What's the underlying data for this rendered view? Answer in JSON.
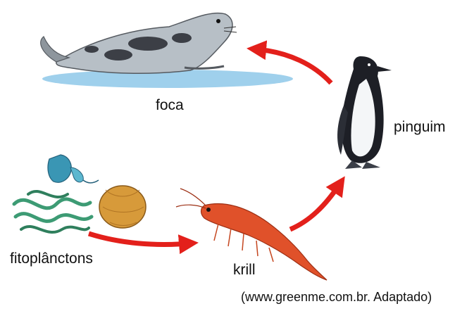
{
  "diagram": {
    "organisms": {
      "foca": "foca",
      "pinguim": "pinguim",
      "fitoplanctons": "fitoplânctons",
      "krill": "krill"
    },
    "source": "(www.greenme.com.br. Adaptado)",
    "colors": {
      "arrow": "#e3201b",
      "ice": "#9fd0ec",
      "seal_body": "#b7bfc6",
      "seal_spots": "#3c3f46",
      "penguin_black": "#1d1f26",
      "krill": "#e0512a",
      "phyto_green": "#3d9b74",
      "phyto_teal": "#3a96b4",
      "phyto_gold": "#d79a3a"
    }
  }
}
